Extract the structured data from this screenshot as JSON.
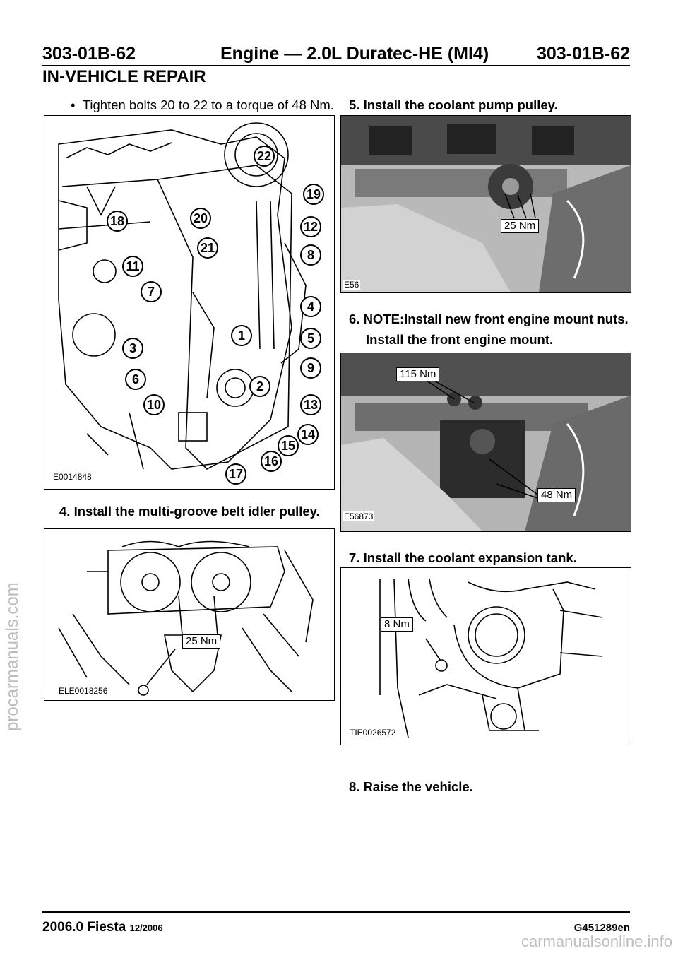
{
  "header": {
    "left_code": "303-01B-62",
    "title": "Engine — 2.0L Duratec-HE (MI4)",
    "right_code": "303-01B-62"
  },
  "section_title": "IN-VEHICLE REPAIR",
  "left": {
    "bullet_text": "Tighten bolts 20 to 22 to a torque of 48 Nm.",
    "fig1": {
      "code": "E0014848",
      "callouts": [
        "22",
        "19",
        "18",
        "20",
        "12",
        "21",
        "8",
        "11",
        "7",
        "4",
        "1",
        "5",
        "3",
        "9",
        "6",
        "2",
        "10",
        "13",
        "14",
        "15",
        "16",
        "17"
      ]
    },
    "step4": "4. Install the multi-groove belt idler pulley.",
    "fig2": {
      "code": "ELE0018256",
      "torque": "25 Nm"
    }
  },
  "right": {
    "step5": "5. Install the coolant pump pulley.",
    "fig3": {
      "code": "E56",
      "torque": "25 Nm"
    },
    "step6_line1": "6. NOTE:Install new front engine mount nuts.",
    "step6_line2": "Install the front engine mount.",
    "fig4": {
      "code": "E56873",
      "torque_top": "115 Nm",
      "torque_bottom": "48 Nm"
    },
    "step7": "7. Install the coolant expansion tank.",
    "fig5": {
      "code": "TIE0026572",
      "torque": "8 Nm"
    },
    "step8": "8. Raise the vehicle."
  },
  "footer": {
    "model": "2006.0 Fiesta",
    "date": "12/2006",
    "doc_code": "G451289en"
  },
  "watermarks": {
    "side": "procarmanuals.com",
    "corner": "carmanualsonline.info"
  }
}
